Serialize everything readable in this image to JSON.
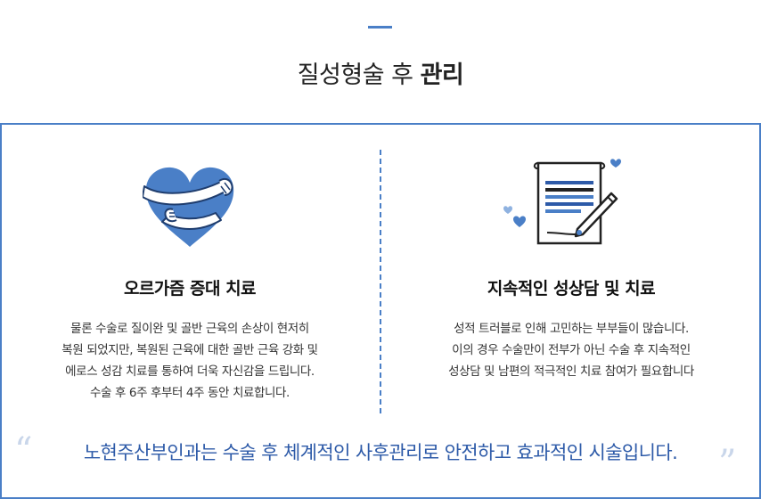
{
  "title": {
    "normal": "질성형술 후",
    "bold": "관리"
  },
  "left": {
    "heading": "오르가즘 증대 치료",
    "lines": [
      "물론 수술로 질이완 및 골반 근육의 손상이 현저히",
      "복원 되었지만, 복원된 근육에 대한 골반 근육 강화 및",
      "에로스 성감 치료를 통하여 더욱 자신감을 드립니다.",
      "수술 후 6주 후부터 4주 동안 치료합니다."
    ],
    "icon": "heart-hug-icon"
  },
  "right": {
    "heading": "지속적인 성상담 및 치료",
    "lines": [
      "성적 트러블로 인해 고민하는 부부들이 많습니다.",
      "이의 경우 수술만이 전부가 아닌 수술 후 지속적인",
      "성상담 및 남편의 적극적인 치료 참여가 필요합니다"
    ],
    "icon": "document-pen-icon"
  },
  "quote": {
    "open": "“",
    "close": "”",
    "text": "노현주산부인과는 수술 후 체계적인 사후관리로 안전하고 효과적인 시술입니다."
  },
  "colors": {
    "accent": "#4a7fc7",
    "heart": "#4a7fc7",
    "quote_text": "#2d5aa8",
    "quote_mark": "#c9d6ea"
  }
}
